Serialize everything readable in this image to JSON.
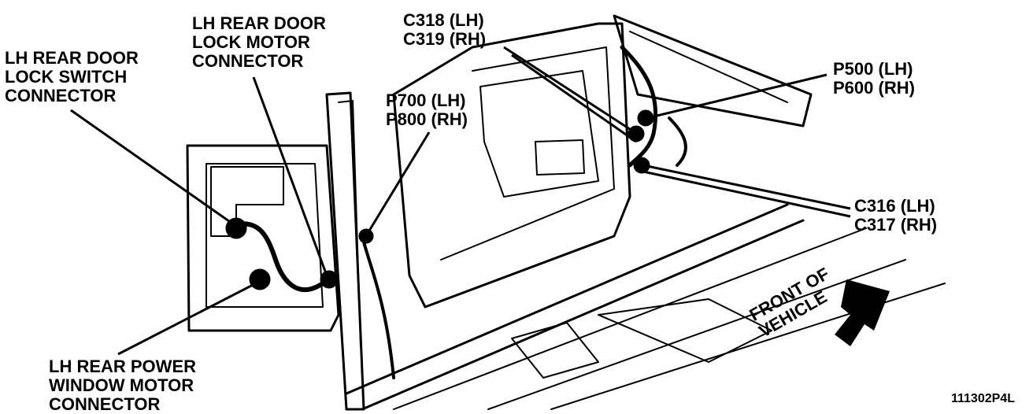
{
  "labels": {
    "lock_switch": [
      "LH REAR DOOR",
      "LOCK SWITCH",
      "CONNECTOR"
    ],
    "lock_motor": [
      "LH REAR DOOR",
      "LOCK MOTOR",
      "CONNECTOR"
    ],
    "c318_c319": [
      "C318 (LH)",
      "C319 (RH)"
    ],
    "p700_p800": [
      "P700 (LH)",
      "P800 (RH)"
    ],
    "p500_p600": [
      "P500 (LH)",
      "P600 (RH)"
    ],
    "c316_c317": [
      "C316 (LH)",
      "C317 (RH)"
    ],
    "window_motor": [
      "LH REAR POWER",
      "WINDOW MOTOR",
      "CONNECTOR"
    ],
    "front_of_vehicle": [
      "FRONT OF",
      "VEHICLE"
    ]
  },
  "figure_id": "111302P4L",
  "colors": {
    "ink": "#000000",
    "paper": "#ffffff"
  },
  "icons": {
    "direction_arrow": "arrow-icon"
  }
}
